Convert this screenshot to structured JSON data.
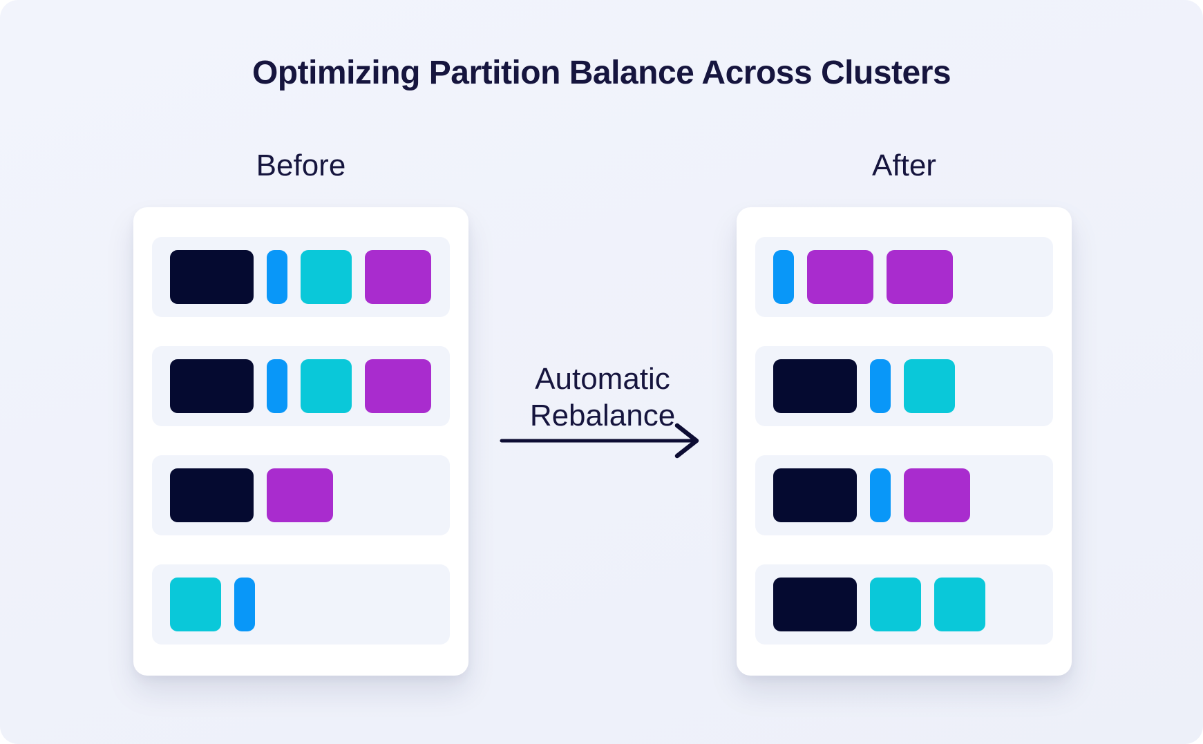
{
  "title": "Optimizing Partition Balance Across Clusters",
  "before": {
    "label": "Before",
    "rows": [
      {
        "partitions": [
          "navy",
          "blue",
          "cyan",
          "purple"
        ]
      },
      {
        "partitions": [
          "navy",
          "blue",
          "cyan",
          "purple"
        ]
      },
      {
        "partitions": [
          "navy",
          "purple"
        ]
      },
      {
        "partitions": [
          "cyan",
          "blue"
        ]
      }
    ]
  },
  "after": {
    "label": "After",
    "rows": [
      {
        "partitions": [
          "blue",
          "purple",
          "purple"
        ]
      },
      {
        "partitions": [
          "navy",
          "blue",
          "cyan"
        ]
      },
      {
        "partitions": [
          "navy",
          "blue",
          "purple"
        ]
      },
      {
        "partitions": [
          "navy",
          "cyan",
          "cyan"
        ]
      }
    ]
  },
  "transition": {
    "label_line1": "Automatic",
    "label_line2": "Rebalance",
    "arrow_icon": "arrow-right-icon"
  },
  "colors": {
    "background": "#F2F4FC",
    "panel_background": "#FFFFFF",
    "row_background": "#F1F4FB",
    "text": "#16153E",
    "arrow": "#0D0D33",
    "partition_navy": "#050A30",
    "partition_blue": "#0997F8",
    "partition_cyan": "#0AC8D9",
    "partition_purple": "#A92CCE"
  }
}
